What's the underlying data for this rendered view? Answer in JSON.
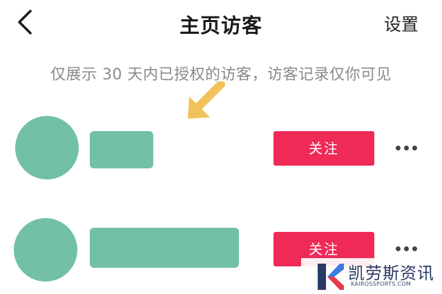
{
  "header": {
    "back_icon": "chevron-left-icon",
    "title": "主页访客",
    "settings_label": "设置"
  },
  "notice": "仅展示 30 天内已授权的访客，访客记录仅你可见",
  "pointer_arrow": {
    "icon": "arrow-down-left-icon",
    "color": "#f2c15a"
  },
  "visitors": [
    {
      "follow_label": "关注",
      "more_icon": "more-dots-icon"
    },
    {
      "follow_label": "关注",
      "more_icon": "more-dots-icon"
    }
  ],
  "colors": {
    "placeholder": "#72c0a6",
    "follow_button": "#f02a57",
    "notice_text": "#8a8a8a"
  },
  "watermark": {
    "name": "凯劳斯资讯",
    "url": "KAIROSSPORTS.COM"
  }
}
